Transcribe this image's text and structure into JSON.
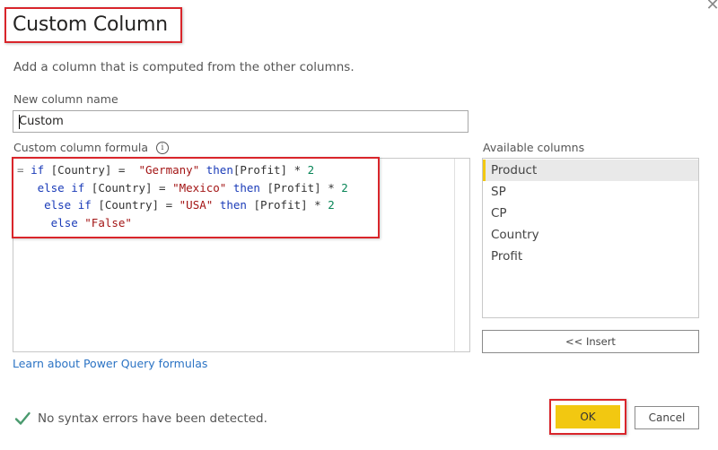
{
  "dialog": {
    "title": "Custom Column",
    "subtitle": "Add a column that is computed from the other columns.",
    "close_icon": "close-icon"
  },
  "name_field": {
    "label": "New column name",
    "value": "Custom"
  },
  "formula": {
    "label": "Custom column formula",
    "info_icon": "info-icon",
    "lines": [
      {
        "prefix": "= ",
        "indent": "",
        "tokens": [
          {
            "t": "kw",
            "v": "if"
          },
          {
            "t": "txt",
            "v": " [Country] =  "
          },
          {
            "t": "str",
            "v": "\"Germany\""
          },
          {
            "t": "txt",
            "v": " "
          },
          {
            "t": "kw",
            "v": "then"
          },
          {
            "t": "txt",
            "v": "[Profit] * "
          },
          {
            "t": "num",
            "v": "2"
          }
        ]
      },
      {
        "prefix": "",
        "indent": "   ",
        "tokens": [
          {
            "t": "kw",
            "v": "else if"
          },
          {
            "t": "txt",
            "v": " [Country] = "
          },
          {
            "t": "str",
            "v": "\"Mexico\""
          },
          {
            "t": "txt",
            "v": " "
          },
          {
            "t": "kw",
            "v": "then"
          },
          {
            "t": "txt",
            "v": " [Profit] * "
          },
          {
            "t": "num",
            "v": "2"
          }
        ]
      },
      {
        "prefix": "",
        "indent": "    ",
        "tokens": [
          {
            "t": "kw",
            "v": "else if"
          },
          {
            "t": "txt",
            "v": " [Country] = "
          },
          {
            "t": "str",
            "v": "\"USA\""
          },
          {
            "t": "txt",
            "v": " "
          },
          {
            "t": "kw",
            "v": "then"
          },
          {
            "t": "txt",
            "v": " [Profit] * "
          },
          {
            "t": "num",
            "v": "2"
          }
        ]
      },
      {
        "prefix": "",
        "indent": "     ",
        "tokens": [
          {
            "t": "kw",
            "v": "else"
          },
          {
            "t": "txt",
            "v": " "
          },
          {
            "t": "str",
            "v": "\"False\""
          }
        ]
      }
    ]
  },
  "available_columns": {
    "label": "Available columns",
    "items": [
      {
        "label": "Product",
        "selected": true
      },
      {
        "label": "SP",
        "selected": false
      },
      {
        "label": "CP",
        "selected": false
      },
      {
        "label": "Country",
        "selected": false
      },
      {
        "label": "Profit",
        "selected": false
      }
    ],
    "insert_label": "<< Insert"
  },
  "learn_link": "Learn about Power Query formulas",
  "status": {
    "icon": "check-icon",
    "text": "No syntax errors have been detected.",
    "color": "#4a9a6e"
  },
  "buttons": {
    "ok": "OK",
    "cancel": "Cancel"
  },
  "colors": {
    "accent": "#f2c811",
    "highlight_border": "#d9252b",
    "link": "#2b73c4"
  }
}
